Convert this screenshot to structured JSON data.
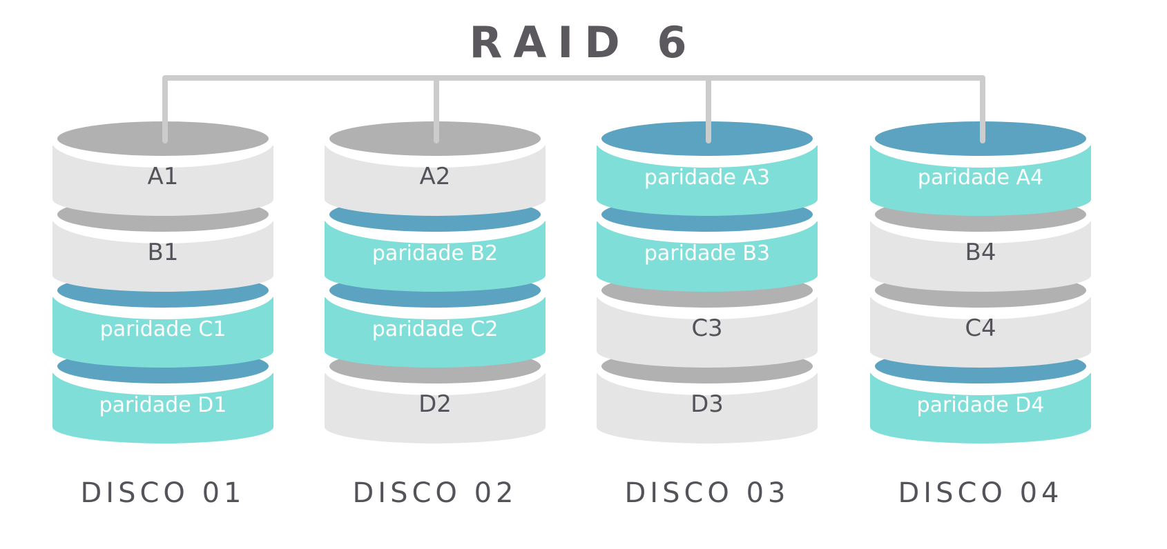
{
  "title": "RAID 6",
  "colors": {
    "text": "#5b585e",
    "connector": "#cccccc",
    "data_body": "#e5e5e5",
    "data_top": "#b1b1b1",
    "parity_body": "#7fdfd8",
    "parity_top": "#5ba3c0",
    "parity_text": "#ffffff"
  },
  "disks": [
    {
      "label": "DISCO 01",
      "segments": [
        {
          "label": "A1",
          "type": "data"
        },
        {
          "label": "B1",
          "type": "data"
        },
        {
          "label": "paridade C1",
          "type": "parity"
        },
        {
          "label": "paridade D1",
          "type": "parity"
        }
      ]
    },
    {
      "label": "DISCO 02",
      "segments": [
        {
          "label": "A2",
          "type": "data"
        },
        {
          "label": "paridade B2",
          "type": "parity"
        },
        {
          "label": "paridade C2",
          "type": "parity"
        },
        {
          "label": "D2",
          "type": "data"
        }
      ]
    },
    {
      "label": "DISCO 03",
      "segments": [
        {
          "label": "paridade A3",
          "type": "parity"
        },
        {
          "label": "paridade B3",
          "type": "parity"
        },
        {
          "label": "C3",
          "type": "data"
        },
        {
          "label": "D3",
          "type": "data"
        }
      ]
    },
    {
      "label": "DISCO 04",
      "segments": [
        {
          "label": "paridade A4",
          "type": "parity"
        },
        {
          "label": "B4",
          "type": "data"
        },
        {
          "label": "C4",
          "type": "data"
        },
        {
          "label": "paridade D4",
          "type": "parity"
        }
      ]
    }
  ]
}
